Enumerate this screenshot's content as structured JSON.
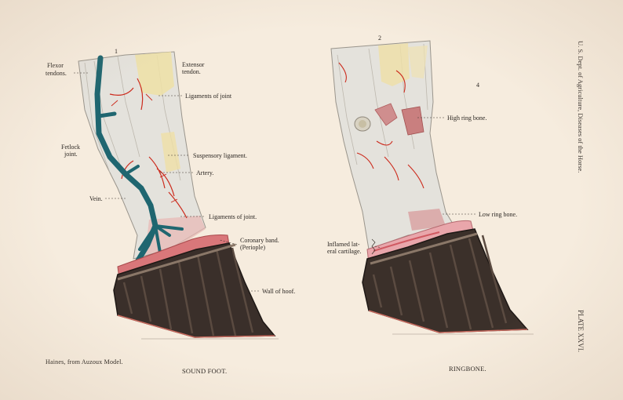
{
  "plate": {
    "figures": [
      {
        "number": "1",
        "caption": "SOUND FOOT.",
        "labels": {
          "flexor_1": "Flexor",
          "flexor_2": "tendons.",
          "extensor_1": "Extensor",
          "extensor_2": "tendon.",
          "ligaments_joint_upper": "Ligaments of joint",
          "fetlock_1": "Fetlock",
          "fetlock_2": "joint.",
          "suspensory": "Suspensory ligament.",
          "artery": "Artery.",
          "vein": "Vein.",
          "ligaments_joint_lower": "Ligaments of joint.",
          "coronary_1": "Coronary band.",
          "coronary_2": "(Periople)",
          "wall": "Wall of hoof."
        }
      },
      {
        "number": "2",
        "sub_number": "4",
        "caption": "RINGBONE.",
        "labels": {
          "high_ring": "High ring bone.",
          "low_ring": "Low ring bone.",
          "inflamed_1": "Inflamed lat-",
          "inflamed_2": "eral cartilage."
        }
      }
    ],
    "credit": "Haines, from Auzoux Model.",
    "source": "U. S. Dept. of Agriculture, Diseases of the Horse.",
    "plate_number": "PLATE XXVI."
  }
}
